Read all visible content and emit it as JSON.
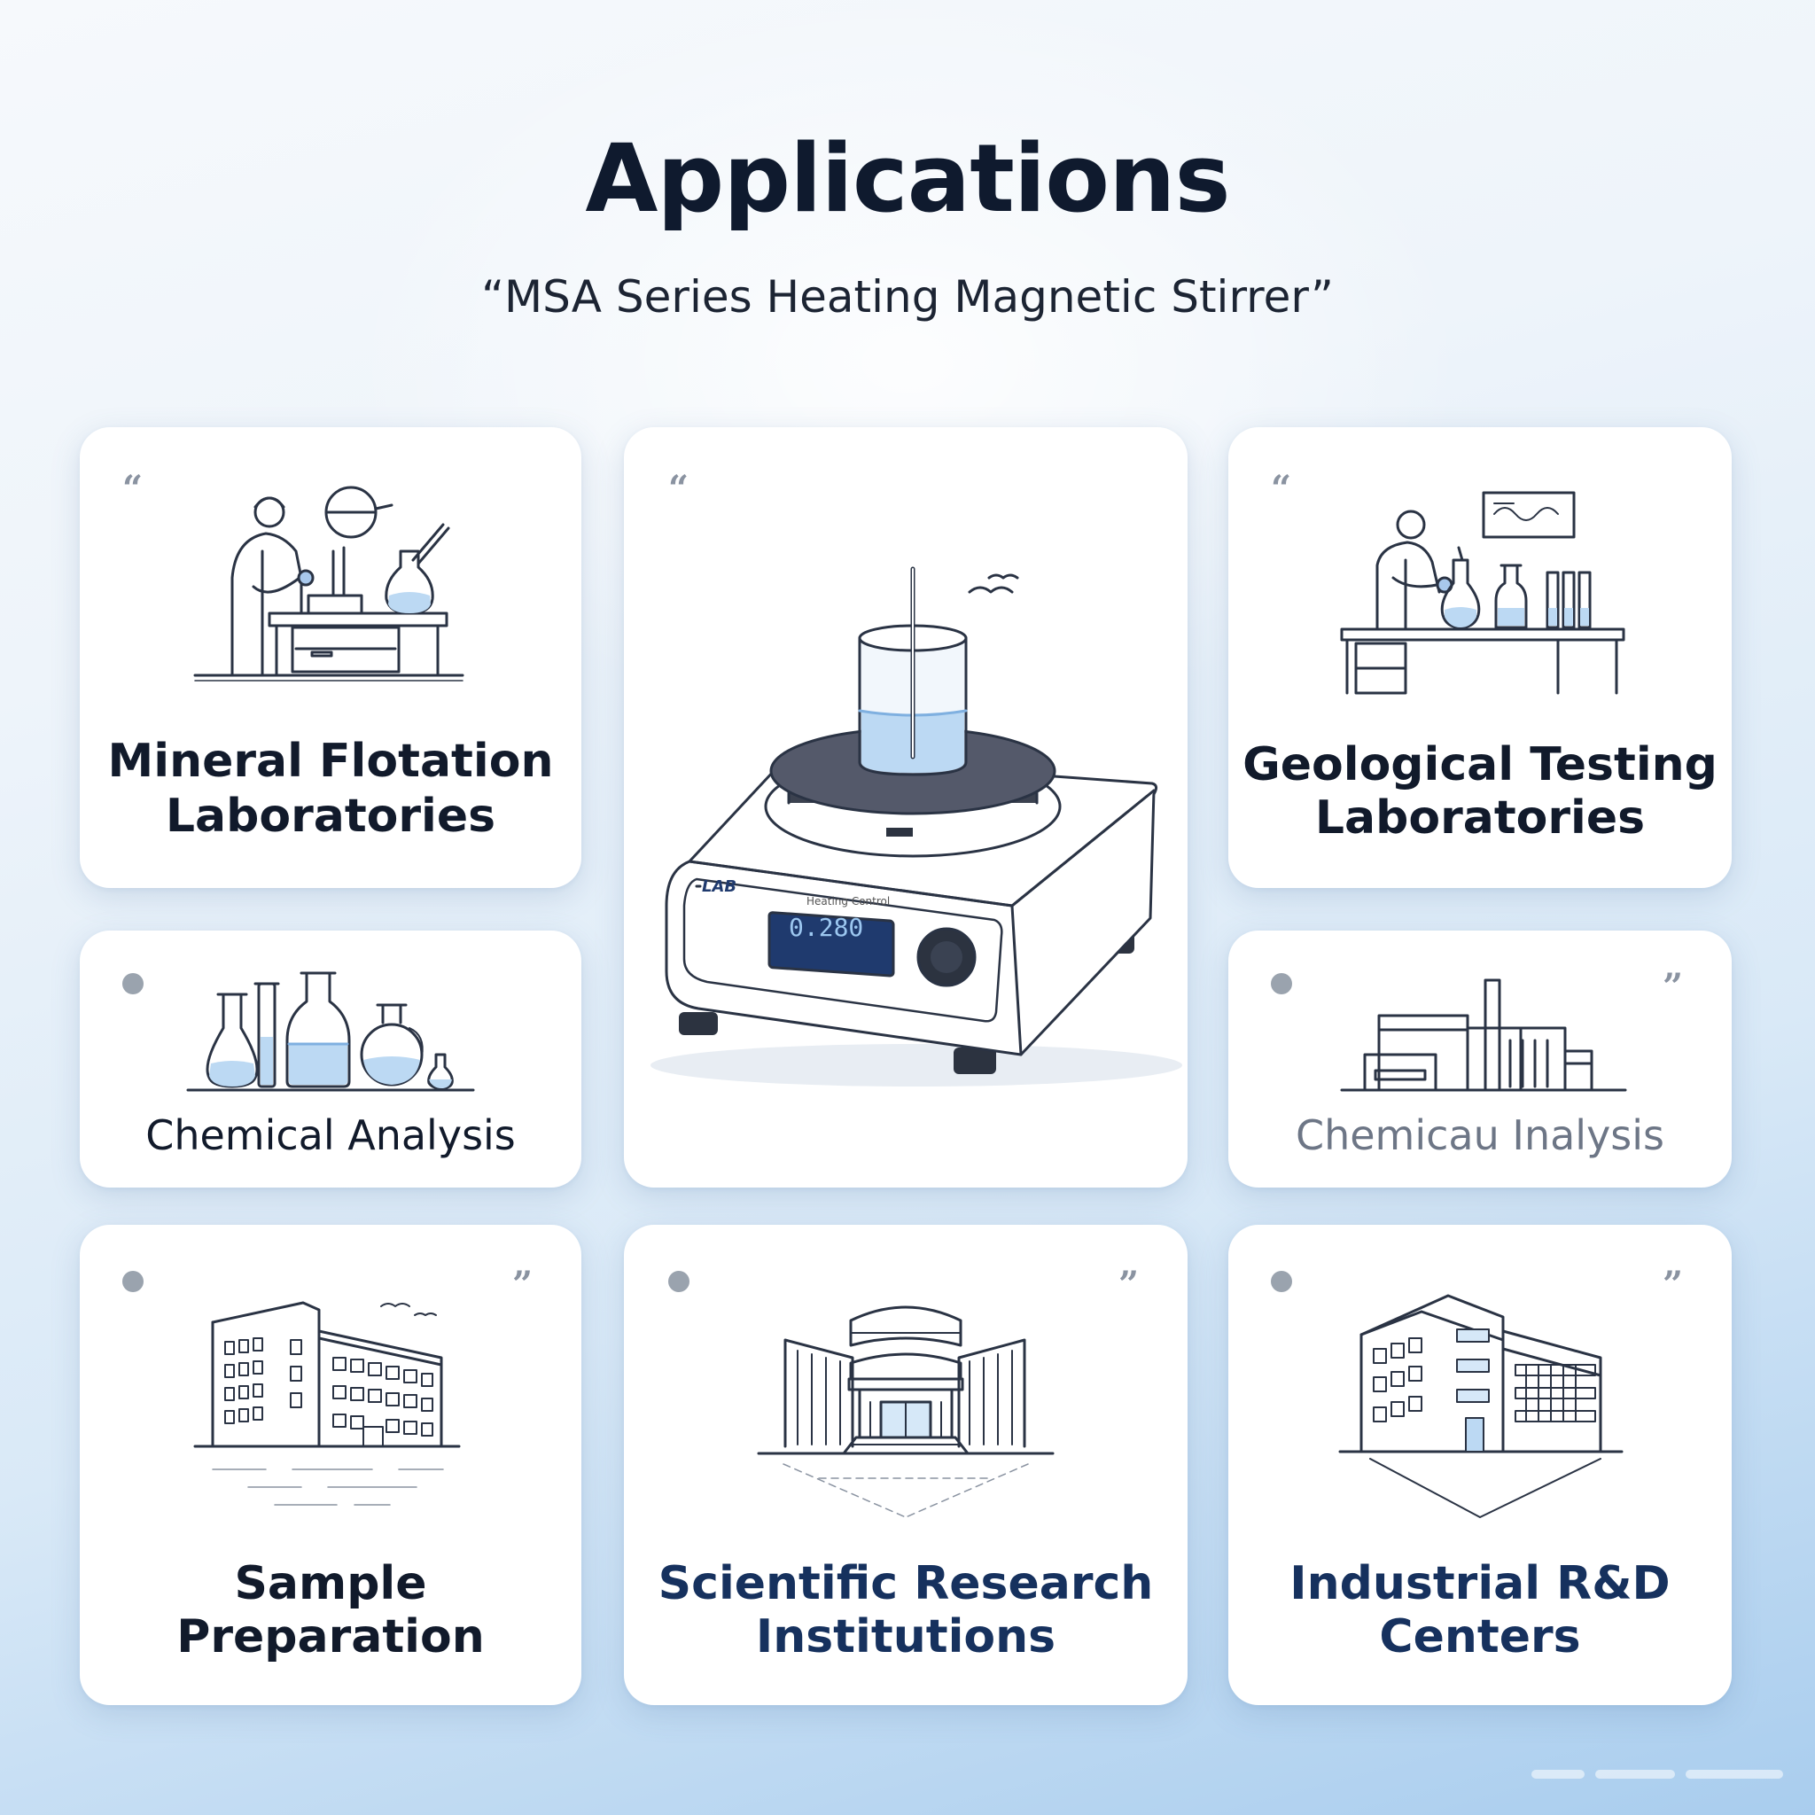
{
  "header": {
    "title": "Applications",
    "subtitle": "“MSA Series Heating Magnetic Stirrer”"
  },
  "product": {
    "brand": "LAB",
    "panel_text": "Heating Control",
    "display": "0.280"
  },
  "cards": [
    {
      "name": "mineral-flotation",
      "line1": "Mineral Flotation",
      "line2": "Laboratories"
    },
    {
      "name": "geological-testing",
      "line1": "Geological Testing",
      "line2": "Laboratories"
    },
    {
      "name": "chemical-analysis",
      "line1": "Chemical Analysis"
    },
    {
      "name": "chemical-analysis-industrial",
      "line1": "Chemicau Inalysis"
    },
    {
      "name": "sample-preparation",
      "line1": "Sample",
      "line2": "Preparation"
    },
    {
      "name": "scientific-research",
      "line1": "Scientific Research",
      "line2": "Institutions"
    },
    {
      "name": "industrial-rnd",
      "line1": "Industrial R&D",
      "line2": "Centers"
    }
  ],
  "marks": {
    "open_quote": "“",
    "close_quote": "”"
  },
  "colors": {
    "accent": "#4a86c8",
    "liquid": "#bcd9f3",
    "line": "#2a3344",
    "title": "#0f1a2e"
  }
}
